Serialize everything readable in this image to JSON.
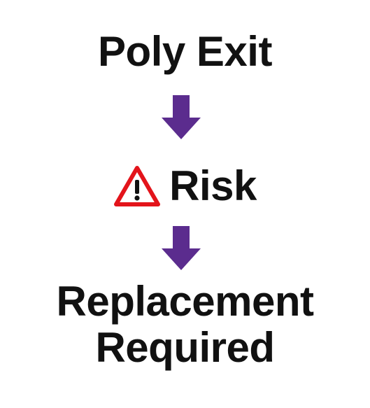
{
  "steps": [
    {
      "text": "Poly Exit"
    },
    {
      "text": "Risk",
      "icon": "warning-triangle-icon"
    },
    {
      "text": "Replacement Required",
      "lines": [
        "Replacement",
        "Required"
      ]
    }
  ],
  "colors": {
    "text": "#111111",
    "arrow": "#5B2C8E",
    "warning_border": "#E3141B",
    "background": "#FFFFFF"
  },
  "connectors": [
    "down-arrow-icon",
    "down-arrow-icon"
  ]
}
